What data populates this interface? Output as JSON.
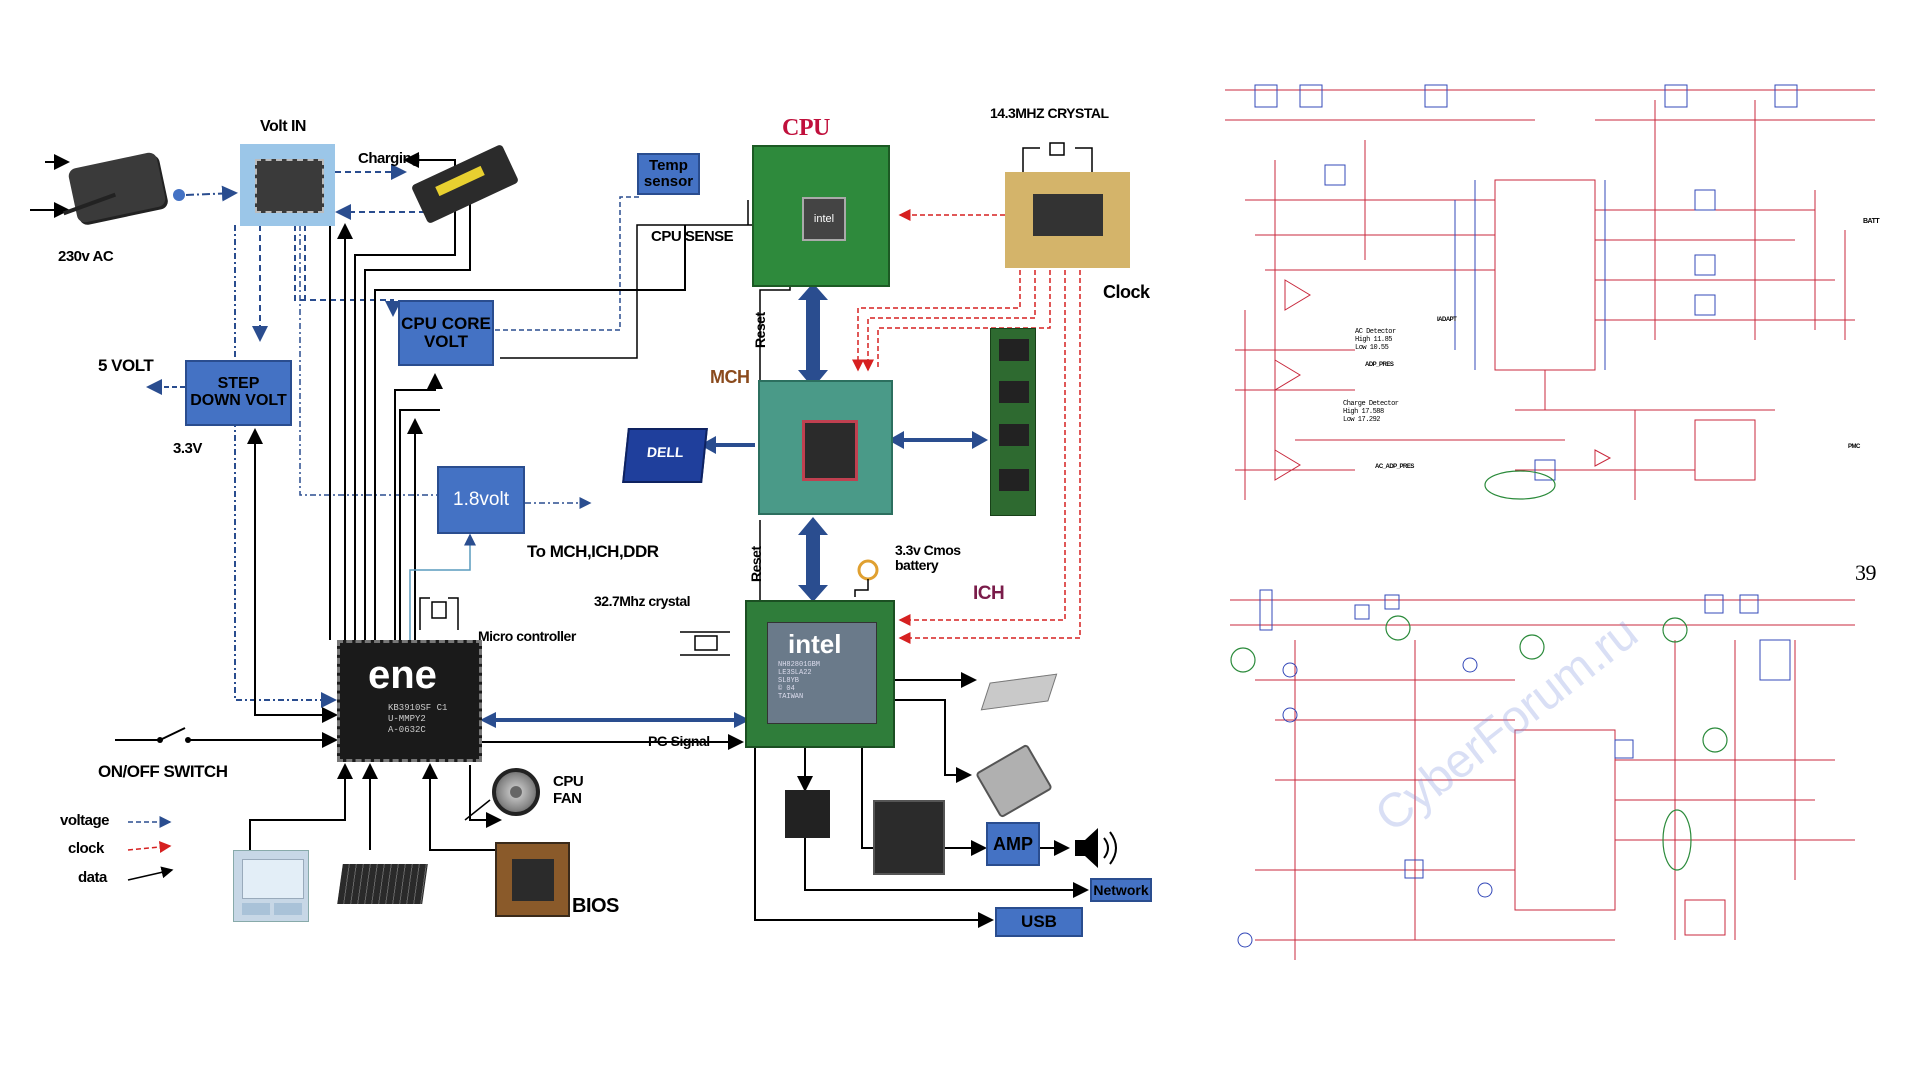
{
  "labels": {
    "volt_in": "Volt IN",
    "charging": "Charging",
    "ac_230": "230v AC",
    "five_volt": "5 VOLT",
    "three_three": "3.3V",
    "cpu": "CPU",
    "temp_sensor": "Temp\nsensor",
    "cpu_sense": "CPU SENSE",
    "crystal_14": "14.3MHZ CRYSTAL",
    "clock": "Clock",
    "cpu_core_volt": "CPU CORE\nVOLT",
    "step_down_volt": "STEP\nDOWN VOLT",
    "one_eight_volt": "1.8volt",
    "to_mch": "To MCH,ICH,DDR",
    "mch": "MCH",
    "reset_top": "Reset",
    "reset_bottom": "Reset",
    "cmos_battery": "3.3v Cmos\nbattery",
    "ich": "ICH",
    "crystal_32": "32.7Mhz crystal",
    "micro_controller": "Micro controller",
    "on_off_switch": "ON/OFF SWITCH",
    "pg_signal": "PG Signal",
    "cpu_fan": "CPU\nFAN",
    "bios": "BIOS",
    "amp": "AMP",
    "network": "Network",
    "usb": "USB"
  },
  "legend": {
    "voltage": "voltage",
    "clock": "clock",
    "data": "data"
  },
  "chip_text": {
    "ene_logo": "ene",
    "ene_part": "KB3910SF C1\nU-MMPY2\nA-0632C",
    "intel_logo": "intel",
    "intel_part": "NH82801GBM\nLE3SLA22\nSL8YB\n© 04\nTAIWAN",
    "dell_logo": "DELL",
    "cpu_logo": "intel"
  },
  "schematic": {
    "page_number": "39",
    "ac_detector": "AC Detector\nHigh 11.85\nLow  10.55",
    "charge_detector": "Charge Detector\nHigh 17.588\nLow  17.292",
    "batt": "BATT",
    "iadapt": "IADAPT",
    "adp_pres": "ADP_PRES",
    "ac_adp_pres": "AC_ADP_PRES",
    "pmc": "PMC",
    "watermark": "CyberForum.ru"
  },
  "colors": {
    "box_blue": "#4472c4",
    "chip_green": "#2f7d3a",
    "voltage_line": "#2a4d8f",
    "clock_line": "#d62020",
    "schematic_red": "#c8283c",
    "schematic_blue": "#3348b8",
    "ich_label": "#7a1c4a",
    "mch_label": "#8a4a1c",
    "cpu_label": "#c0103c"
  }
}
